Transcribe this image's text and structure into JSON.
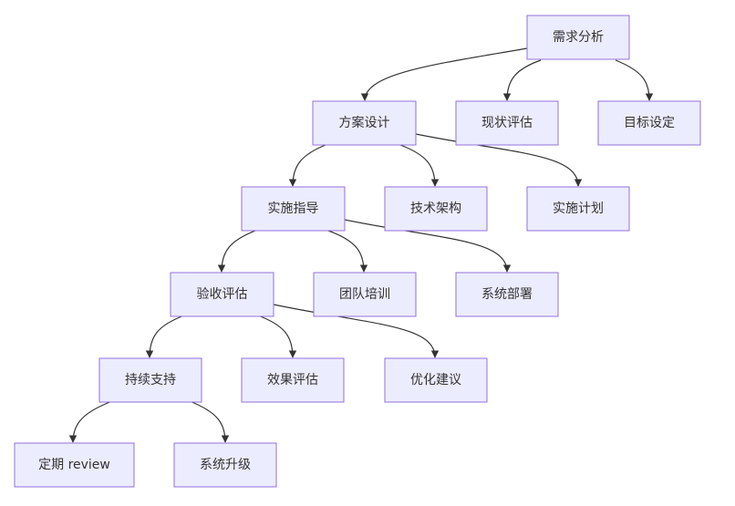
{
  "nodes": {
    "n1": "需求分析",
    "n2": "方案设计",
    "n3": "现状评估",
    "n4": "目标设定",
    "n5": "实施指导",
    "n6": "技术架构",
    "n7": "实施计划",
    "n8": "验收评估",
    "n9": "团队培训",
    "n10": "系统部署",
    "n11": "持续支持",
    "n12": "效果评估",
    "n13": "优化建议",
    "n14": "定期 review",
    "n15": "系统升级"
  },
  "edges": [
    [
      "n1",
      "n2"
    ],
    [
      "n1",
      "n3"
    ],
    [
      "n1",
      "n4"
    ],
    [
      "n2",
      "n5"
    ],
    [
      "n2",
      "n6"
    ],
    [
      "n2",
      "n7"
    ],
    [
      "n5",
      "n8"
    ],
    [
      "n5",
      "n9"
    ],
    [
      "n5",
      "n10"
    ],
    [
      "n8",
      "n11"
    ],
    [
      "n8",
      "n12"
    ],
    [
      "n8",
      "n13"
    ],
    [
      "n11",
      "n14"
    ],
    [
      "n11",
      "n15"
    ]
  ],
  "colors": {
    "node_fill": "#ECECFF",
    "node_border": "#9370DB",
    "edge": "#333333",
    "text": "#333333"
  }
}
